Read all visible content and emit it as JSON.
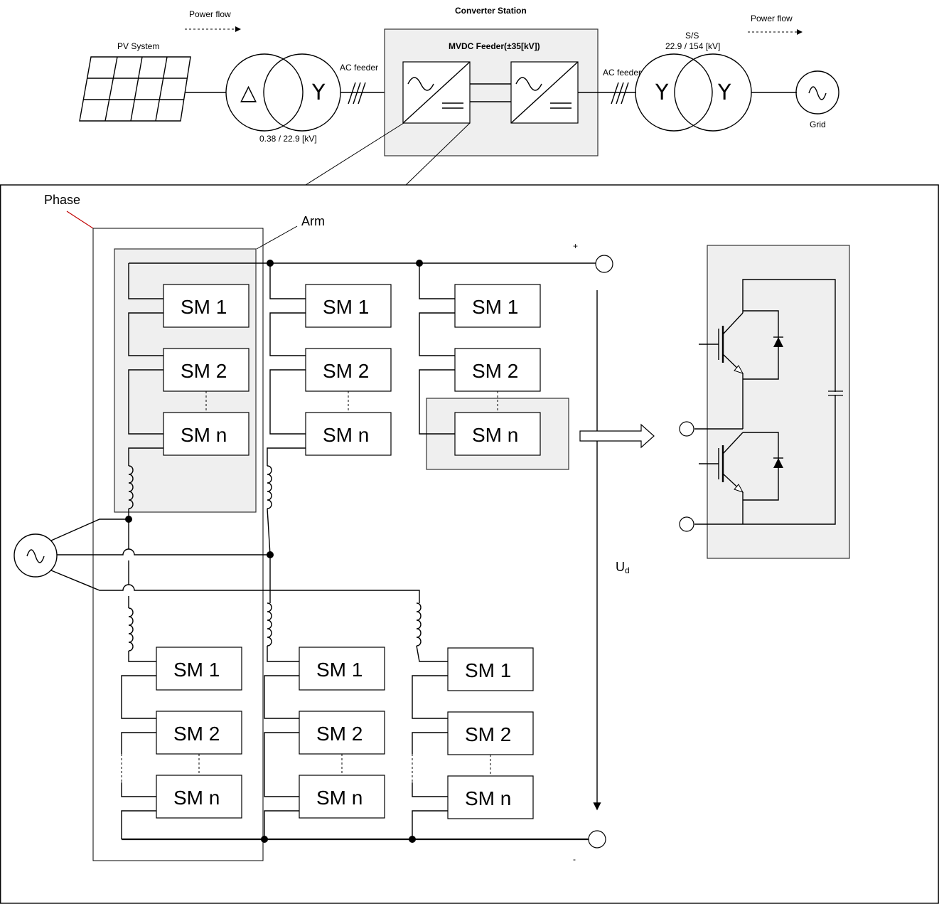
{
  "top": {
    "power_flow_left": "Power flow",
    "power_flow_right": "Power flow",
    "pv_system": "PV System",
    "converter_station": "Converter Station",
    "mvdc_feeder": "MVDC Feeder(±35[kV])",
    "ac_feeder_left": "AC feeder",
    "ac_feeder_right": "AC feeder",
    "transformer_left_ratio": "0.38 / 22.9 [kV]",
    "ss_label": "S/S",
    "ss_ratio": "22.9 / 154 [kV]",
    "grid": "Grid",
    "delta_symbol": "△",
    "wye_symbol": "Y"
  },
  "detail": {
    "phase_label": "Phase",
    "arm_label": "Arm",
    "plus": "+",
    "minus": "-",
    "ud_main": "U",
    "ud_sub": "d",
    "submodules": [
      "SM 1",
      "SM 2",
      "SM n"
    ]
  }
}
